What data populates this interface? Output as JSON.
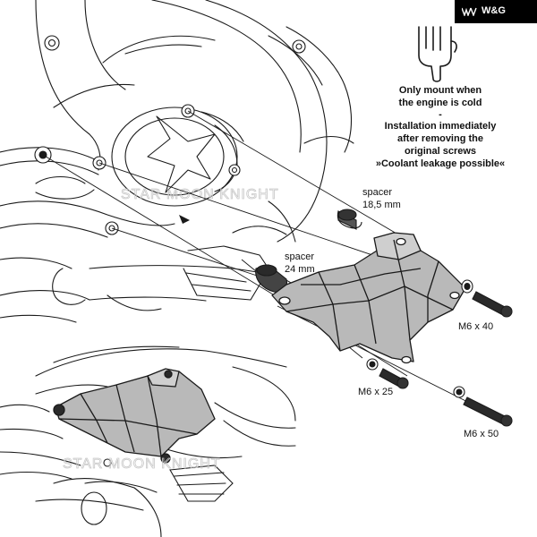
{
  "brand": {
    "logo_text": "W&G"
  },
  "notice": {
    "icon": "hand-pointing-down-icon",
    "line1": "Only mount when",
    "line2": "the engine is cold",
    "separator": "-",
    "line3": "Installation immediately",
    "line4": "after removing the",
    "line5": "original screws",
    "line6": "»Coolant leakage possible«"
  },
  "labels": {
    "spacer_top_name": "spacer",
    "spacer_top_size": "18,5 mm",
    "spacer_mid_name": "spacer",
    "spacer_mid_size": "24 mm",
    "screw_a": "M6 x 40",
    "screw_b": "M6 x 25",
    "screw_c": "M6 x 50"
  },
  "watermark": "STAR MOON KNIGHT",
  "colors": {
    "part_fill": "#b9b9b9",
    "line": "#1a1a1a",
    "logo_bg": "#000000"
  }
}
